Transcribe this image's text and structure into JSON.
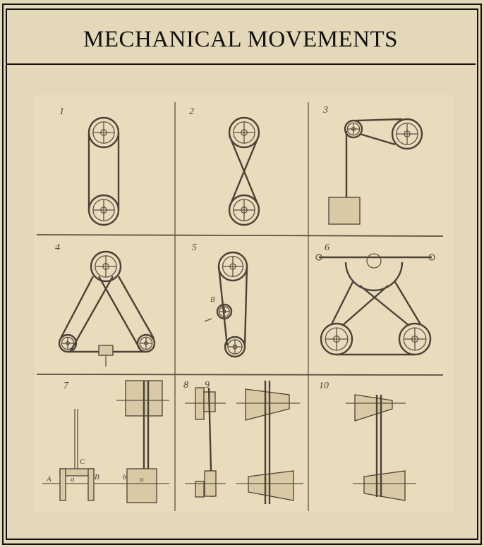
{
  "title": "MECHANICAL MOVEMENTS",
  "figures": [
    {
      "number": "1"
    },
    {
      "number": "2"
    },
    {
      "number": "3"
    },
    {
      "number": "4"
    },
    {
      "number": "5",
      "labels": [
        "B"
      ]
    },
    {
      "number": "6"
    },
    {
      "number": "7",
      "labels": [
        "A",
        "a",
        "B",
        "b",
        "a",
        "C"
      ]
    },
    {
      "number": "8"
    },
    {
      "number": "9"
    },
    {
      "number": "10"
    }
  ],
  "colors": {
    "background": "#e5d8b8",
    "ink": "#4a4236",
    "border": "#111111"
  }
}
